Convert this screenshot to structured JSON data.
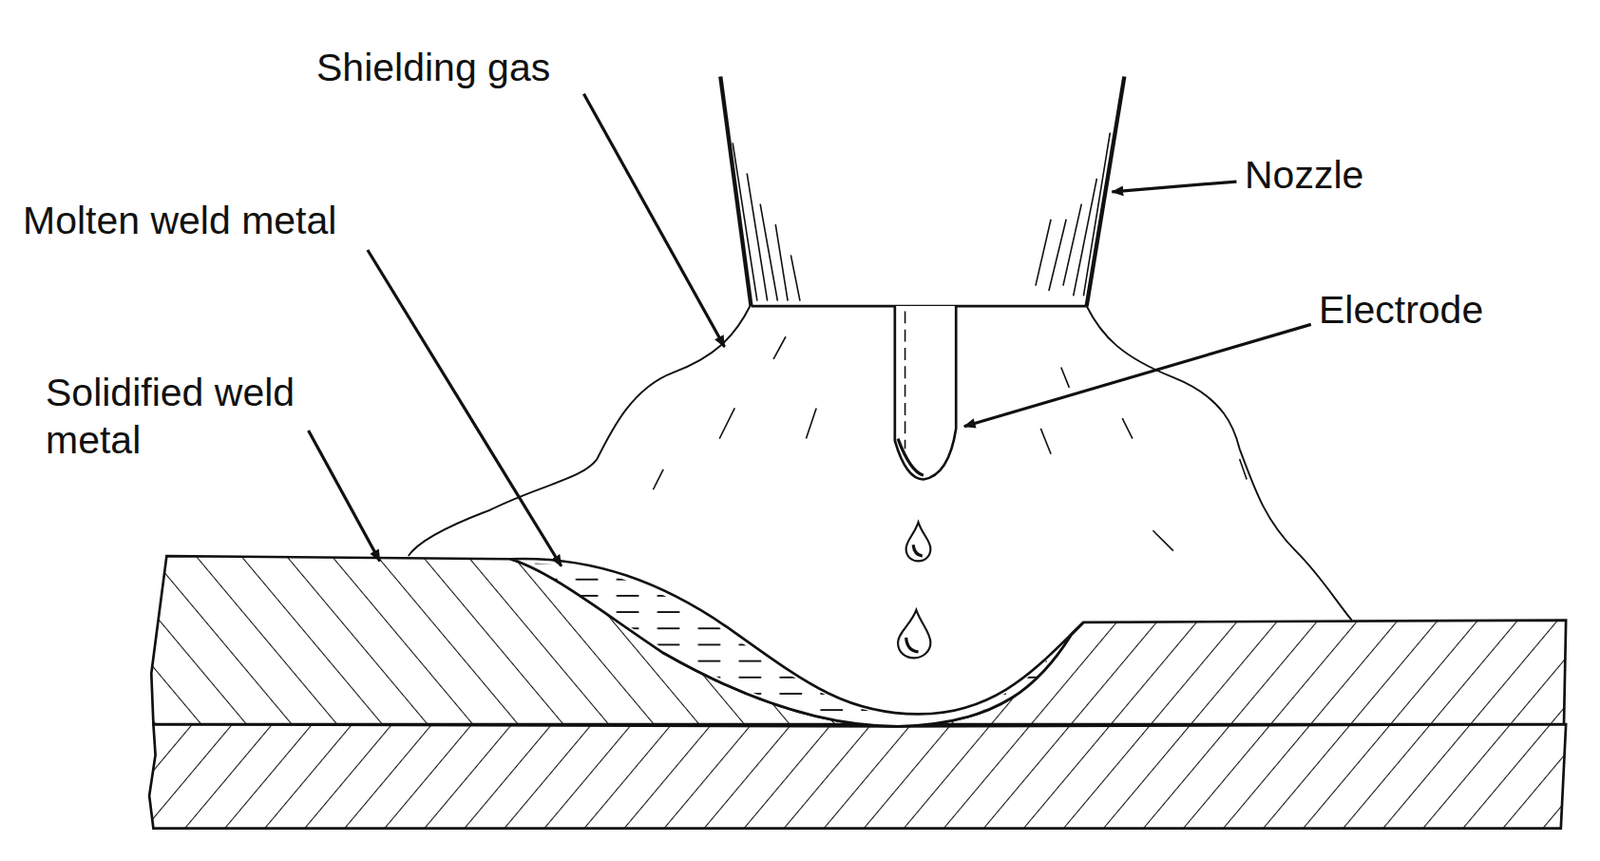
{
  "diagram": {
    "labels": [
      "Shielding gas",
      "Nozzle",
      "Molten weld metal",
      "Electrode",
      "Solidified weld metal"
    ]
  }
}
